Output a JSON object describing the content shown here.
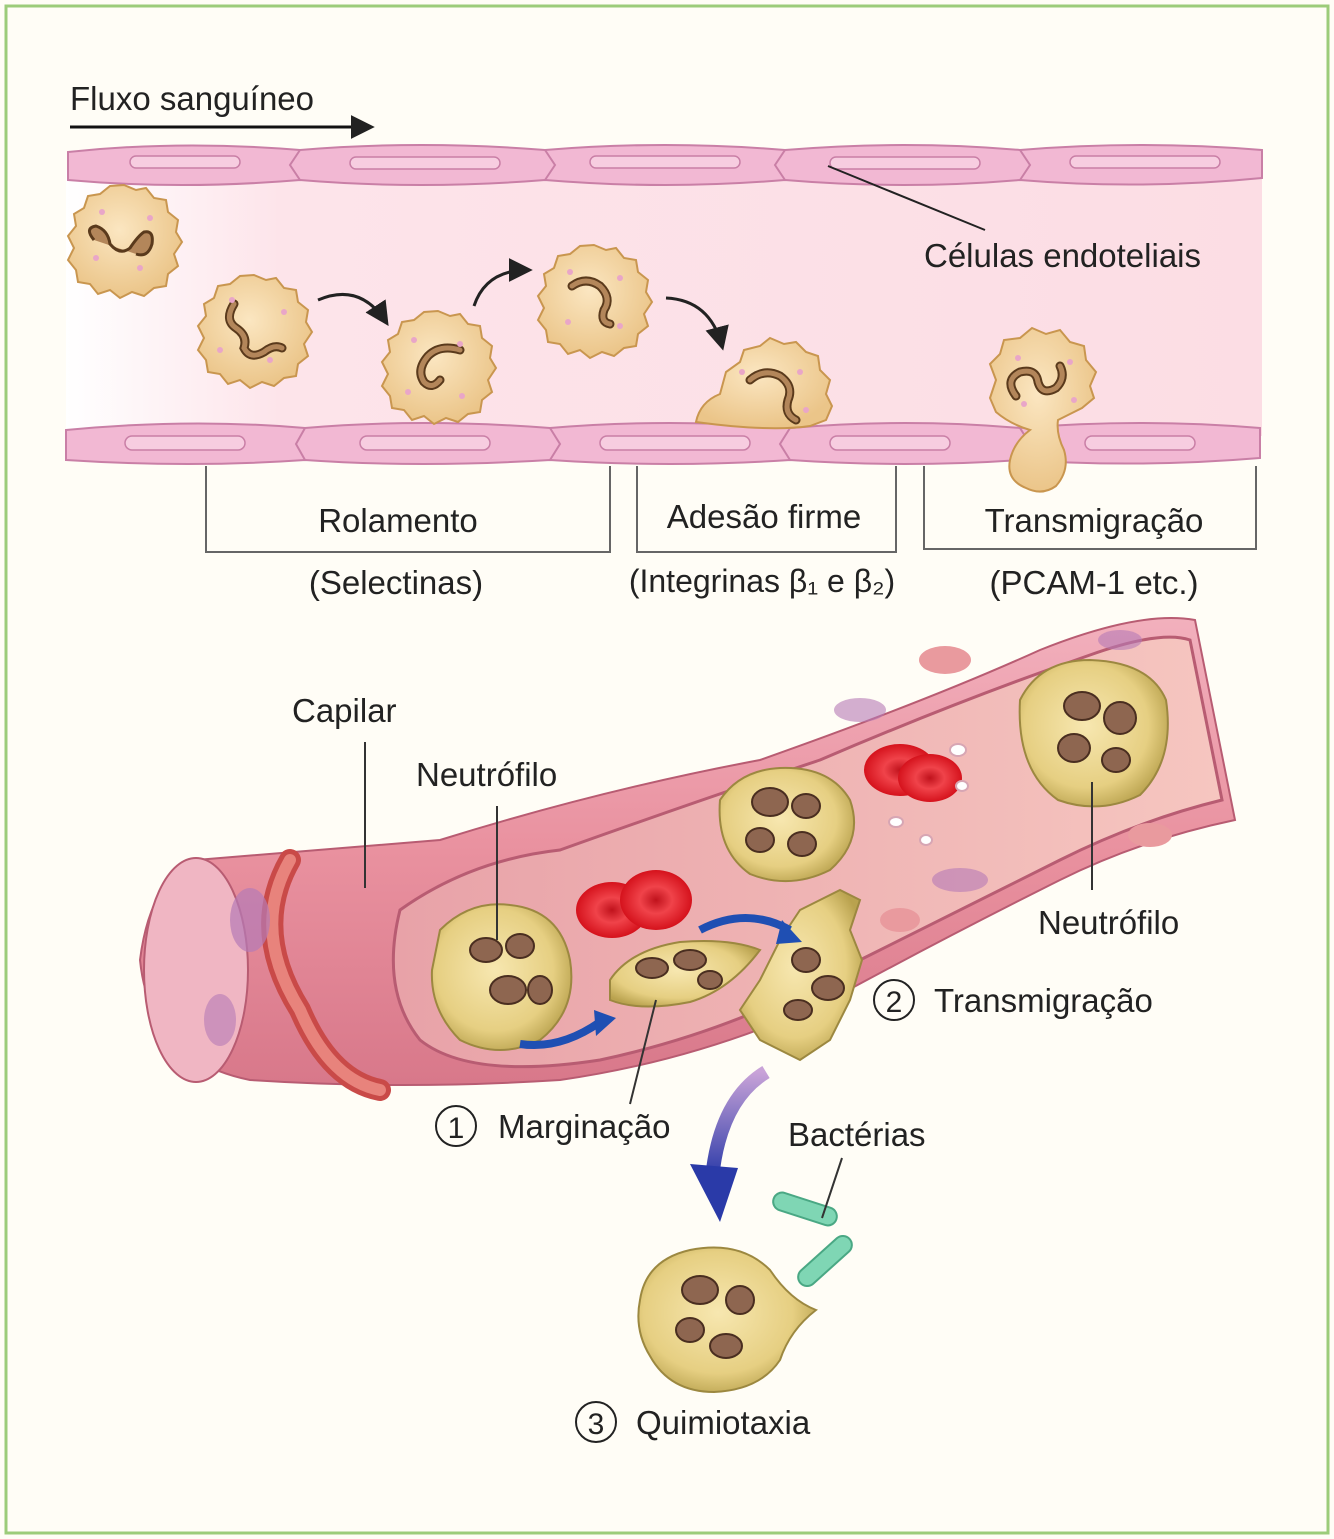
{
  "top": {
    "flow_label": "Fluxo sanguíneo",
    "endothelial_label": "Células endoteliais",
    "stages": [
      {
        "name": "Rolamento",
        "molecule": "(Selectinas)"
      },
      {
        "name": "Adesão firme",
        "molecule": "(Integrinas β₁ e β₂)"
      },
      {
        "name": "Transmigração",
        "molecule": "(PCAM-1 etc.)"
      }
    ]
  },
  "bottom": {
    "capilar_label": "Capilar",
    "neutrofilo_label_left": "Neutrófilo",
    "neutrofilo_label_right": "Neutrófilo",
    "step1": {
      "number": "1",
      "label": "Marginação"
    },
    "step2": {
      "number": "2",
      "label": "Transmigração"
    },
    "step3": {
      "number": "3",
      "label": "Quimiotaxia"
    },
    "bacteria_label": "Bactérias"
  },
  "colors": {
    "border": "#9ccc7a",
    "vessel_lumen": "#fde4ea",
    "endothelium": "#f2b8d3",
    "neutrophil": "#f5d9a8",
    "nucleus": "#b3865a",
    "capillary_wall": "#e79aa8",
    "rbc": "#e0242c",
    "bacteria": "#7fd6b4",
    "blue_arrow": "#1f4fb3"
  },
  "icons": [
    "flow-arrow-icon",
    "curved-arrow-icon",
    "circled-number-icon"
  ]
}
